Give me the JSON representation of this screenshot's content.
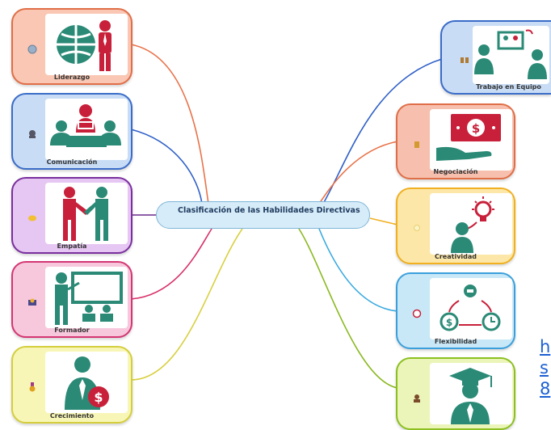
{
  "center_title": "Clasificación de las Habilidades Directivas",
  "nodes": [
    {
      "id": "liderazgo",
      "label": "Liderazgo",
      "icon": "leadership-globe-icon"
    },
    {
      "id": "comunicacion",
      "label": "Comunicación",
      "icon": "communication-icon"
    },
    {
      "id": "empatia",
      "label": "Empatía",
      "icon": "handshake-icon"
    },
    {
      "id": "formador",
      "label": "Formador",
      "icon": "teacher-board-icon"
    },
    {
      "id": "crecimiento",
      "label": "Crecimiento",
      "icon": "growth-money-icon"
    },
    {
      "id": "trabajo",
      "label": "Trabajo en Equipo",
      "icon": "teamwork-icon"
    },
    {
      "id": "negociacion",
      "label": "Negociación",
      "icon": "money-hand-icon"
    },
    {
      "id": "creatividad",
      "label": "Creatividad",
      "icon": "idea-bulb-icon"
    },
    {
      "id": "flexibilidad",
      "label": "Flexibilidad",
      "icon": "flexibility-cycle-icon"
    },
    {
      "id": "graduado",
      "label": "",
      "icon": "graduate-icon"
    }
  ],
  "link_chars": [
    "h",
    "s",
    "8"
  ],
  "colors": {
    "liderazgo": "#f9c7b3",
    "comunicacion": "#c8dcf5",
    "empatia": "#e6c6f2",
    "formador": "#f7c8dc",
    "crecimiento": "#f8f6b6",
    "trabajo": "#c8dcf5",
    "negociacion": "#f7c0ae",
    "creatividad": "#fde7a8",
    "flexibilidad": "#c9e8f7",
    "graduado": "#ecf5b9",
    "icon": "#2a8a76",
    "accent": "#c8203a"
  }
}
